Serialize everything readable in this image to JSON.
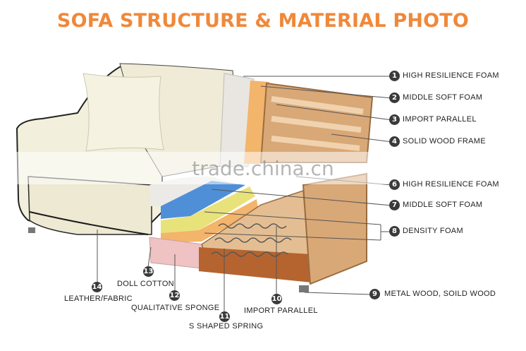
{
  "title": "SOFA STRUCTURE & MATERIAL PHOTO",
  "watermark": "trade.china.cn",
  "colors": {
    "title": "#F0883A",
    "badge": "#3a3a3a",
    "leather": "#F2EFDC",
    "frame_wood": "#D9A877",
    "blue_foam": "#4F8FD8",
    "yellow_foam": "#E8E27A",
    "pink_sponge": "#EFC3C3",
    "orange_foam": "#F3B46B"
  },
  "callouts": [
    {
      "n": "1",
      "text": "HIGH RESILIENCE FOAM"
    },
    {
      "n": "2",
      "text": "MIDDLE SOFT FOAM"
    },
    {
      "n": "3",
      "text": "IMPORT PARALLEL"
    },
    {
      "n": "4",
      "text": "SOLID WOOD FRAME"
    },
    {
      "n": "6",
      "text": "HIGH RESILIENCE FOAM"
    },
    {
      "n": "7",
      "text": "MIDDLE SOFT FOAM"
    },
    {
      "n": "8",
      "text": "DENSITY FOAM"
    },
    {
      "n": "9",
      "text": "METAL WOOD, SOILD WOOD"
    },
    {
      "n": "10",
      "text": "IMPORT PARALLEL"
    },
    {
      "n": "11",
      "text": "S SHAPED SPRING"
    },
    {
      "n": "12",
      "text": "QUALITATIVE SPONGE"
    },
    {
      "n": "13",
      "text": "DOLL COTTON"
    },
    {
      "n": "14",
      "text": "LEATHER/FABRIC"
    }
  ]
}
